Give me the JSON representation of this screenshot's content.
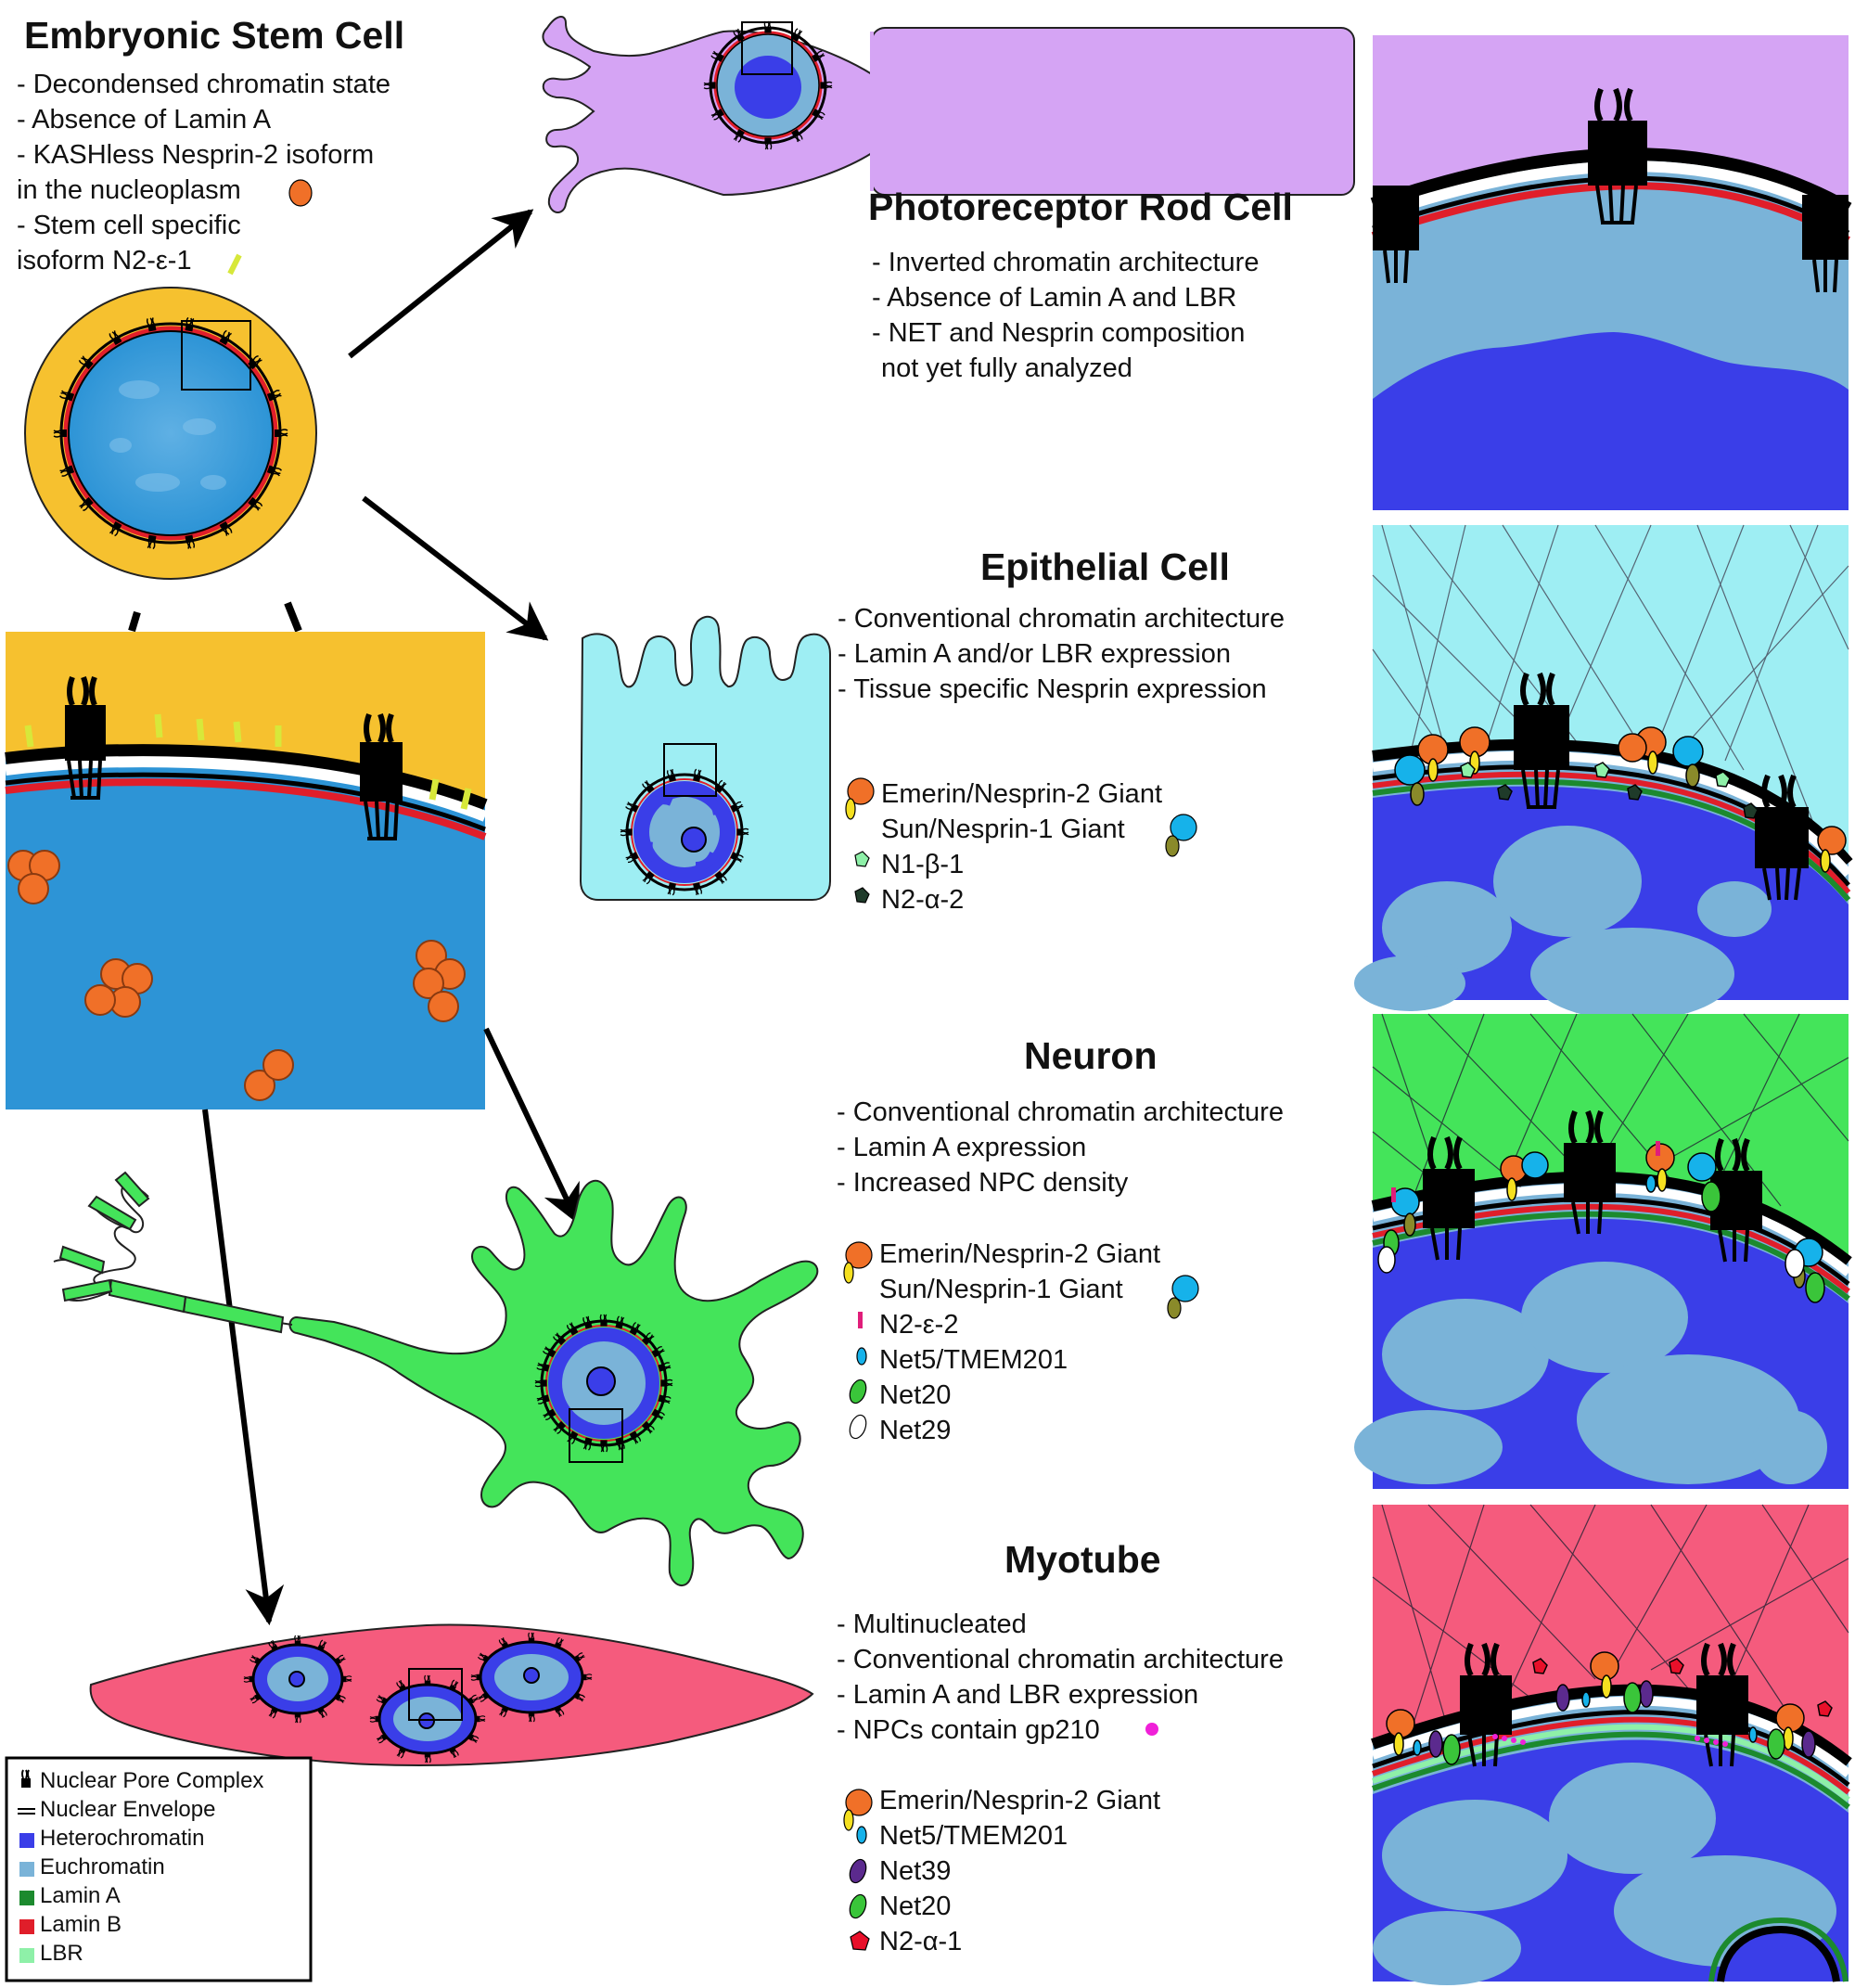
{
  "embryonic": {
    "title": "Embryonic Stem Cell",
    "bullets": [
      "- Decondensed chromatin state",
      "- Absence of Lamin A",
      "- KASHless Nesprin-2 isoform",
      "in the nucleoplasm",
      "- Stem cell specific",
      "isoform N2-ε-1"
    ]
  },
  "photoreceptor": {
    "title": "Photoreceptor Rod Cell",
    "bullets": [
      "- Inverted chromatin architecture",
      "- Absence of Lamin A and LBR",
      "- NET and Nesprin composition",
      "not yet fully analyzed"
    ]
  },
  "epithelial": {
    "title": "Epithelial Cell",
    "bullets": [
      "- Conventional chromatin architecture",
      "- Lamin A and/or LBR expression",
      "- Tissue specific Nesprin expression"
    ],
    "legend": [
      "Emerin/Nesprin-2 Giant",
      "Sun/Nesprin-1 Giant",
      "N1-β-1",
      "N2-α-2"
    ]
  },
  "neuron": {
    "title": "Neuron",
    "bullets": [
      "- Conventional chromatin architecture",
      "- Lamin A expression",
      "- Increased NPC density"
    ],
    "legend": [
      "Emerin/Nesprin-2 Giant",
      "Sun/Nesprin-1 Giant",
      "N2-ε-2",
      "Net5/TMEM201",
      "Net20",
      "Net29"
    ]
  },
  "myotube": {
    "title": "Myotube",
    "bullets": [
      "- Multinucleated",
      "- Conventional chromatin architecture",
      "- Lamin A and LBR expression",
      "- NPCs contain gp210"
    ],
    "legend": [
      "Emerin/Nesprin-2 Giant",
      "Net5/TMEM201",
      "Net39",
      "Net20",
      "N2-α-1"
    ]
  },
  "key": [
    "Nuclear Pore Complex",
    "Nuclear Envelope",
    "Heterochromatin",
    "Euchromatin",
    "Lamin A",
    "Lamin B",
    "LBR"
  ],
  "colors": {
    "stem_cytoplasm": "#f6c12f",
    "euchromatin_stem": "#2d94d6",
    "euchromatin": "#7ab3d8",
    "heterochromatin": "#3a3ee8",
    "photoreceptor": "#d5a4f4",
    "epithelial": "#9eeef3",
    "neuron": "#44e45a",
    "myotube": "#f55b7d",
    "lamin_a": "#1c8a2e",
    "lamin_b": "#e01e2a",
    "lbr": "#8ef0a8",
    "nesprin2_kashless": "#f07028",
    "emerin": "#f07028",
    "sun": "#16b2ea",
    "n1_beta_1": "#8ef0a8",
    "n2_alpha_2": "#1f3b2a",
    "n2_epsilon_2": "#e01e7a",
    "net5": "#16b2ea",
    "net20": "#3ac53a",
    "net29": "#ffffff",
    "net39": "#5b2a8e",
    "n2_alpha_1": "#e8102a",
    "gp210": "#f020d8",
    "n2_epsilon_1": "#d7e83a"
  }
}
